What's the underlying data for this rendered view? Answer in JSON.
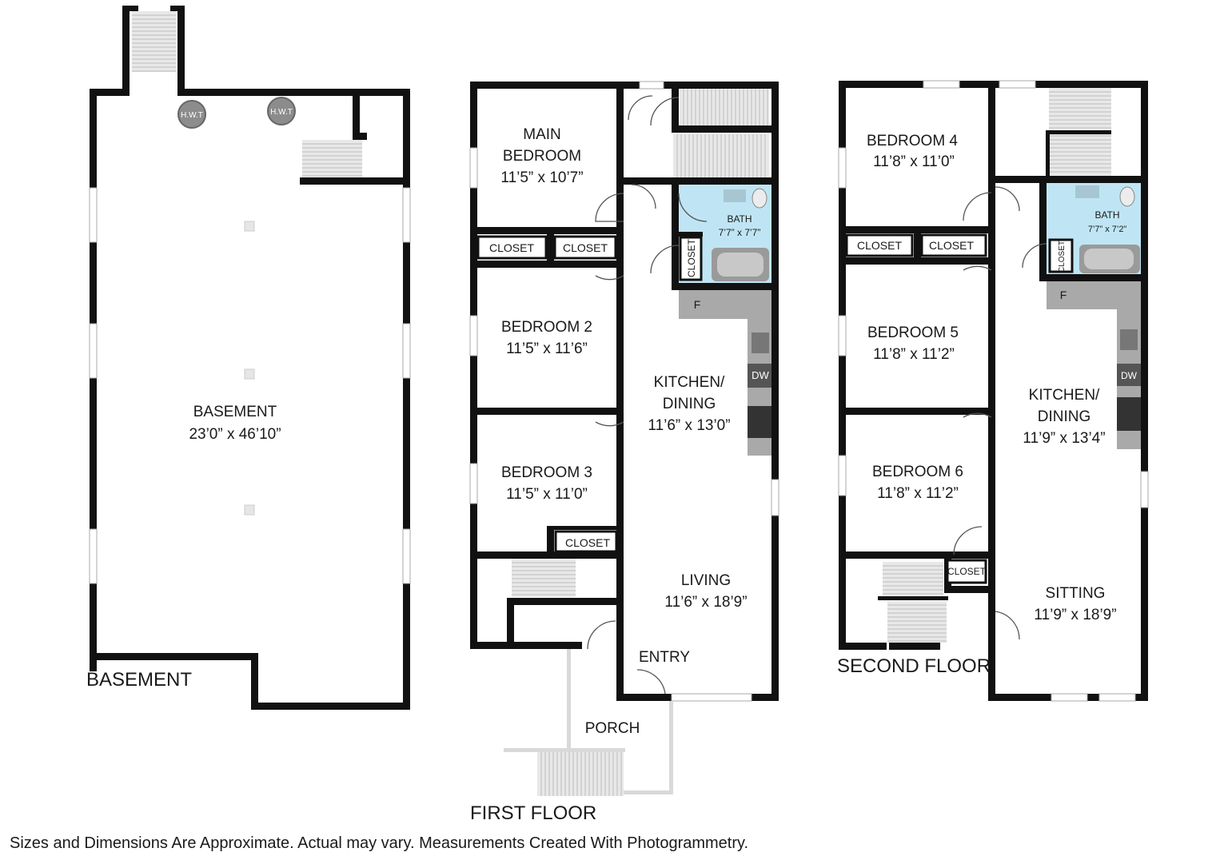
{
  "floors": {
    "basement": {
      "title": "BASEMENT",
      "room_name": "BASEMENT",
      "room_dims": "23’0” x 46’10”",
      "hwt_1": "H.W.T",
      "hwt_2": "H.W.T"
    },
    "first": {
      "title": "FIRST FLOOR",
      "main_bedroom_l1": "MAIN",
      "main_bedroom_l2": "BEDROOM",
      "main_bedroom_dims": "11’5” x 10’7”",
      "closet_a": "CLOSET",
      "closet_b": "CLOSET",
      "bedroom2_name": "BEDROOM 2",
      "bedroom2_dims": "11’5” x 11’6”",
      "bedroom3_name": "BEDROOM 3",
      "bedroom3_dims": "11’5” x 11’0”",
      "closet_c": "CLOSET",
      "bath_name": "BATH",
      "bath_dims": "7’7” x 7’7”",
      "bath_closet": "CLOSET",
      "fridge": "F",
      "dishwasher": "DW",
      "kitchen_l1": "KITCHEN/",
      "kitchen_l2": "DINING",
      "kitchen_dims": "11’6” x 13’0”",
      "living_name": "LIVING",
      "living_dims": "11’6” x 18’9”",
      "entry": "ENTRY",
      "porch": "PORCH"
    },
    "second": {
      "title": "SECOND FLOOR",
      "bedroom4_name": "BEDROOM 4",
      "bedroom4_dims": "11’8” x 11’0”",
      "closet_a": "CLOSET",
      "closet_b": "CLOSET",
      "bedroom5_name": "BEDROOM 5",
      "bedroom5_dims": "11’8” x 11’2”",
      "bedroom6_name": "BEDROOM 6",
      "bedroom6_dims": "11’8” x 11’2”",
      "closet_c": "CLOSET",
      "bath_name": "BATH",
      "bath_dims": "7’7” x 7’2”",
      "bath_closet": "CLOSET",
      "fridge": "F",
      "dishwasher": "DW",
      "kitchen_l1": "KITCHEN/",
      "kitchen_l2": "DINING",
      "kitchen_dims": "11’9” x 13’4”",
      "sitting_name": "SITTING",
      "sitting_dims": "11’9” x 18’9”"
    }
  },
  "footer": "Sizes and Dimensions Are Approximate. Actual may vary. Measurements Created With Photogrammetry."
}
